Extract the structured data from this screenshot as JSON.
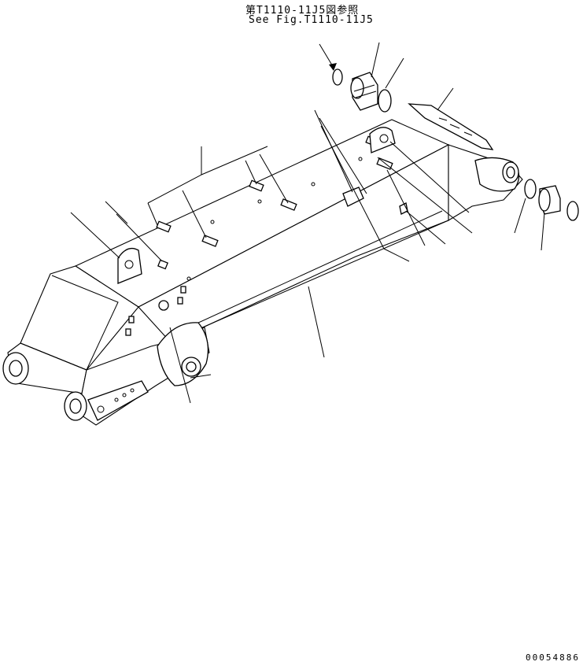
{
  "reference": {
    "japanese": "第T1110-11J5図参照",
    "english": "See Fig.T1110-11J5"
  },
  "drawing_number": "00054886",
  "parts": {
    "boom": "boom-structure",
    "bushings": [
      "boom-foot-bushing",
      "arm-pin-bushing"
    ],
    "rings": [
      "seal-ring-left",
      "seal-ring-right",
      "seal-ring-foot-1",
      "seal-ring-foot-2"
    ]
  }
}
